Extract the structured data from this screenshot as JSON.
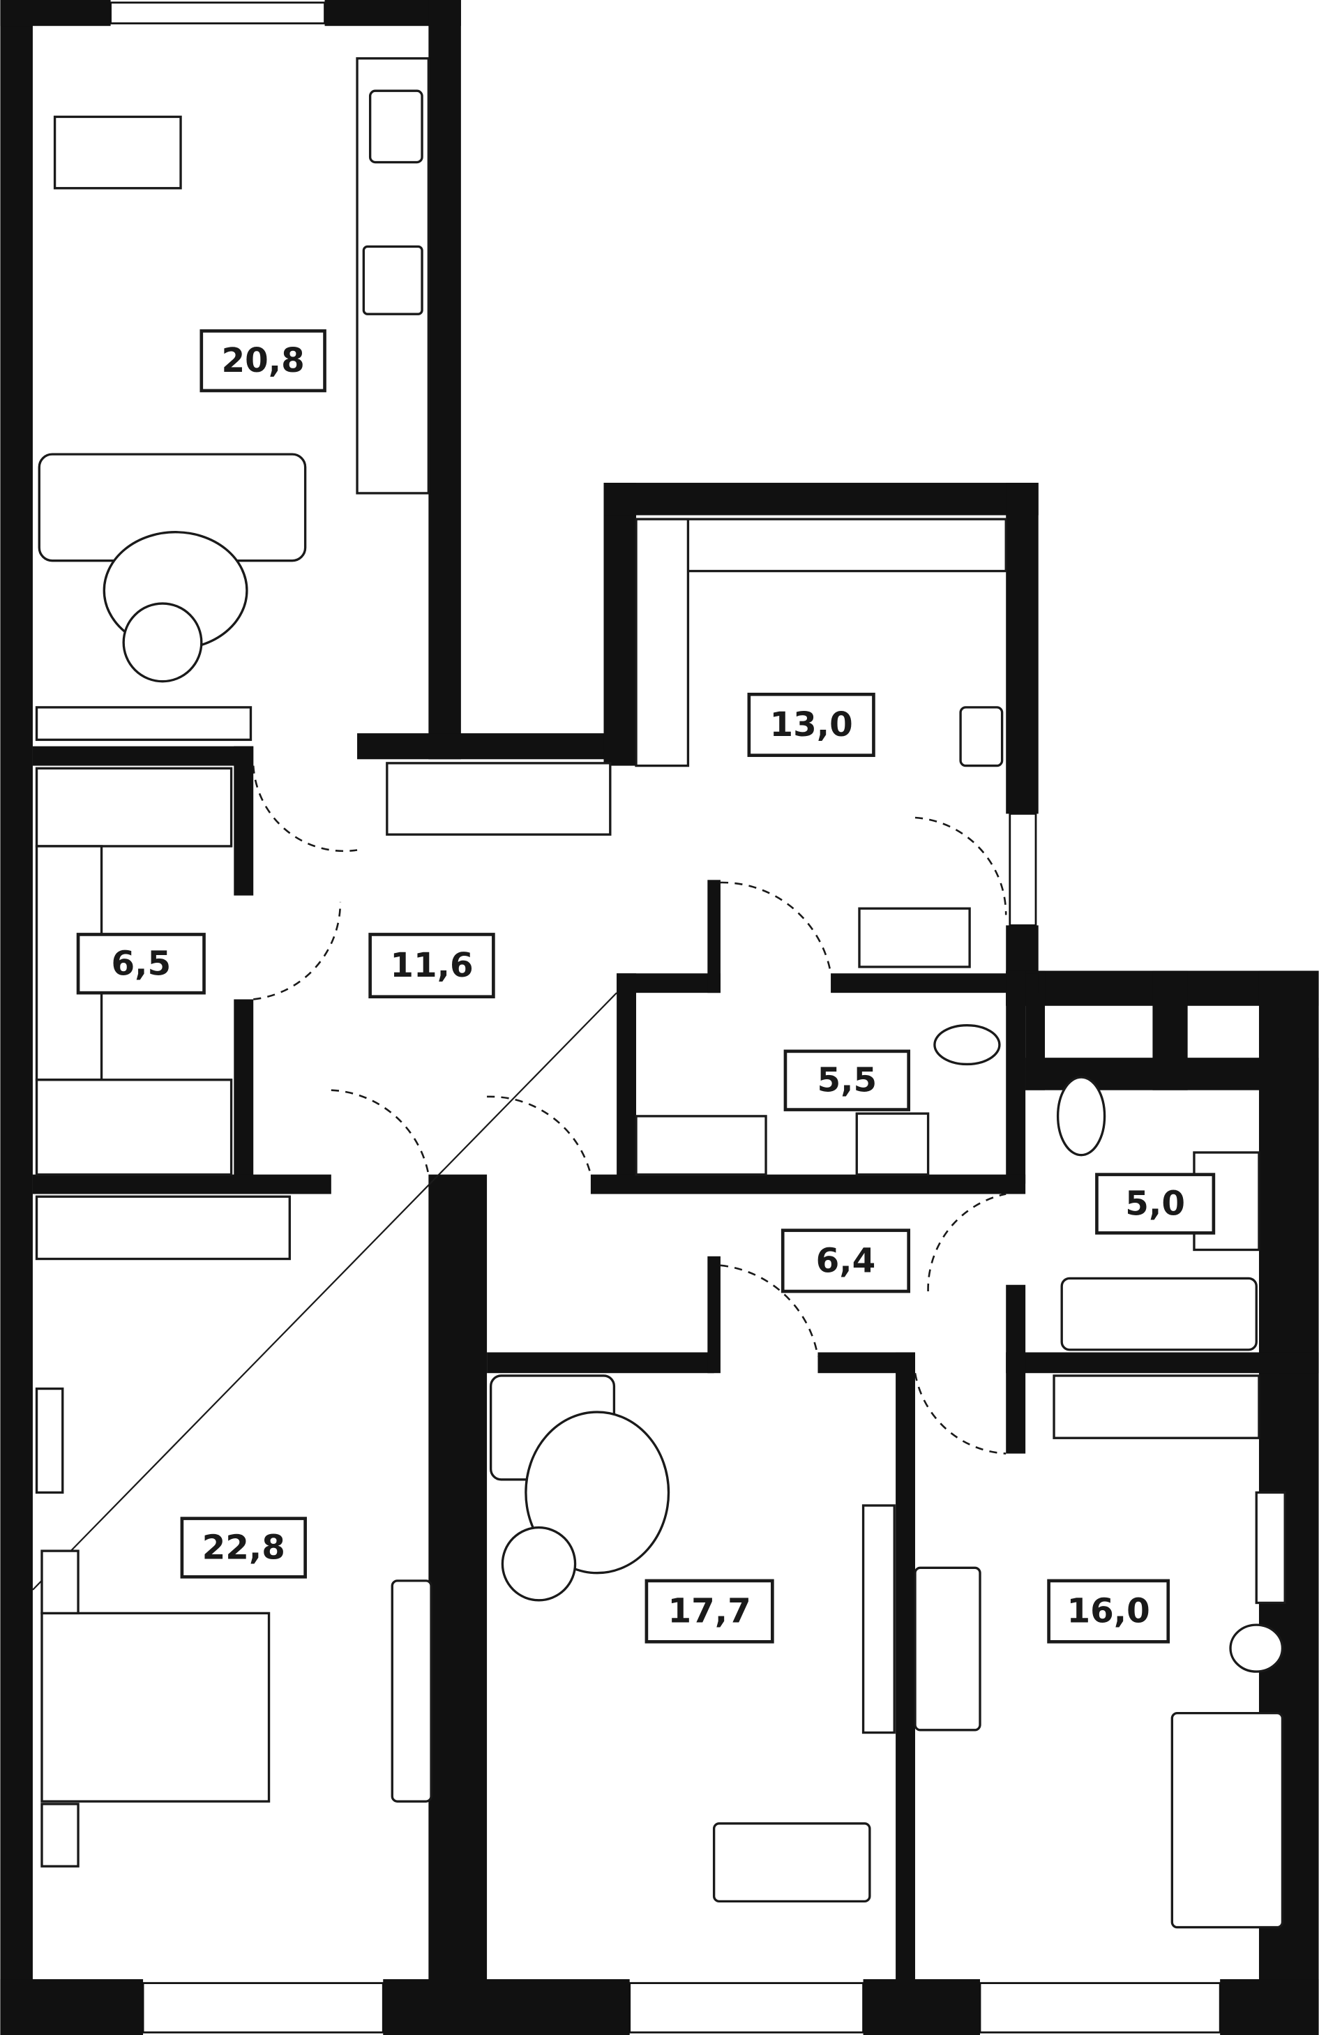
{
  "plan": {
    "rooms": [
      {
        "id": "kitchen-living",
        "area": "20,8"
      },
      {
        "id": "dressing-room-large",
        "area": "13,0"
      },
      {
        "id": "dressing-room-small",
        "area": "6,5"
      },
      {
        "id": "hallway",
        "area": "11,6"
      },
      {
        "id": "laundry",
        "area": "5,5"
      },
      {
        "id": "bathroom",
        "area": "5,0"
      },
      {
        "id": "corridor",
        "area": "6,4"
      },
      {
        "id": "master-bedroom",
        "area": "22,8"
      },
      {
        "id": "bedroom-middle",
        "area": "17,7"
      },
      {
        "id": "bedroom-right",
        "area": "16,0"
      }
    ],
    "colors": {
      "wall": "#111111",
      "line": "#1a1a1a",
      "background": "#ffffff"
    }
  }
}
